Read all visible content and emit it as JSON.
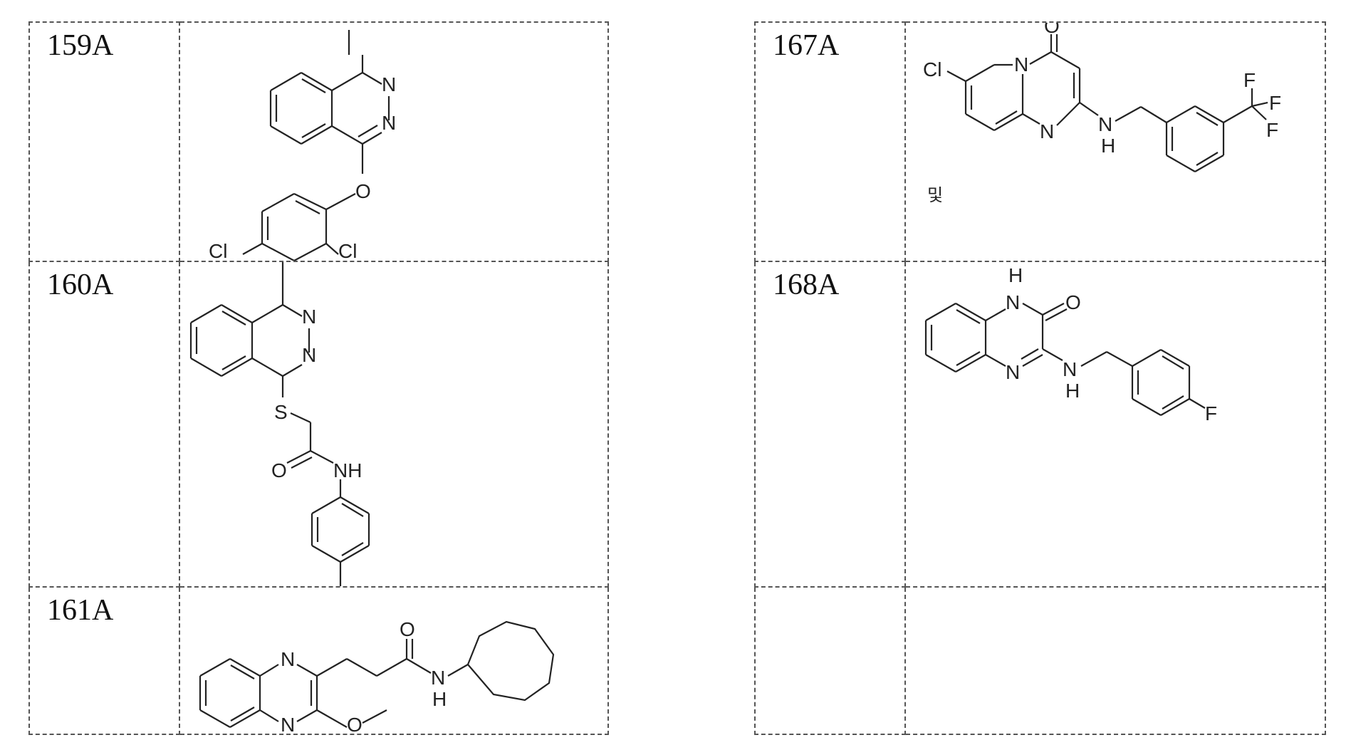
{
  "left_table": {
    "rows": [
      {
        "id": "159A",
        "atoms": {
          "n1": "N",
          "n2": "N",
          "o": "O",
          "cl1": "Cl",
          "cl2": "Cl"
        }
      },
      {
        "id": "160A",
        "atoms": {
          "n1": "N",
          "n2": "N",
          "s": "S",
          "o": "O",
          "nh": "NH"
        }
      },
      {
        "id": "161A",
        "atoms": {
          "n1": "N",
          "n2": "N",
          "o1": "O",
          "o2": "O",
          "n3": "N",
          "h": "H"
        }
      }
    ]
  },
  "right_table": {
    "rows": [
      {
        "id": "167A",
        "atoms": {
          "cl": "Cl",
          "n1": "N",
          "n2": "N",
          "o": "O",
          "n3": "N",
          "h": "H",
          "f1": "F",
          "f2": "F",
          "f3": "F"
        },
        "note": "및"
      },
      {
        "id": "168A",
        "atoms": {
          "h1": "H",
          "n1": "N",
          "o": "O",
          "n2": "N",
          "n3": "N",
          "h2": "H",
          "f": "F"
        }
      },
      {
        "id": ""
      }
    ]
  }
}
